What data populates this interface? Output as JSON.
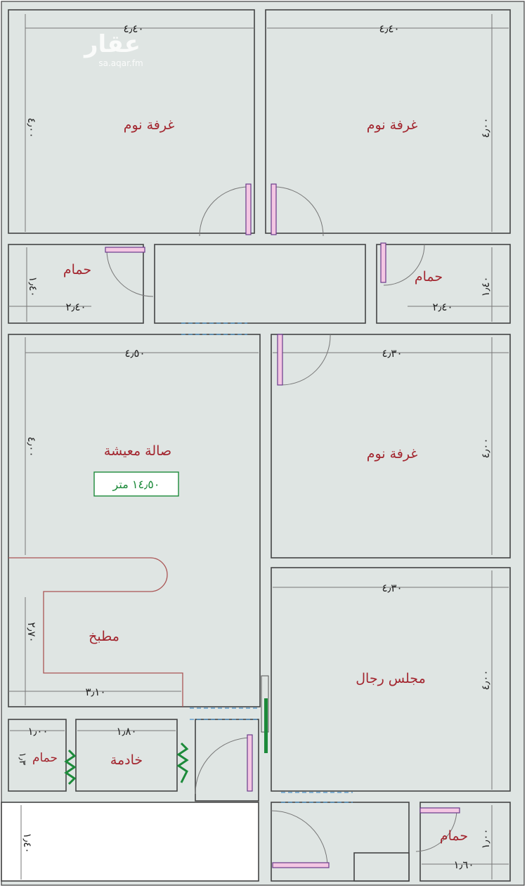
{
  "watermark": {
    "logo": "عقار",
    "site": "sa.aqar.fm"
  },
  "rooms": {
    "bed1": {
      "name": "غرفة نوم",
      "w": "٤٫٤٠",
      "h": "٤٫٠٠"
    },
    "bed2": {
      "name": "غرفة نوم",
      "w": "٤٫٤٠",
      "h": "٤٫٠٠"
    },
    "bath_left": {
      "name": "حمام",
      "w": "٢٫٤٠",
      "h": "١٫٤٠"
    },
    "bath_right": {
      "name": "حمام",
      "w": "٢٫٤٠",
      "h": "١٫٤٠"
    },
    "living": {
      "name": "صالة معيشة",
      "area": "١٤٫٥٠ متر",
      "w": "٤٫٥٠",
      "h": "٤٫٠٠"
    },
    "bed3": {
      "name": "غرفة نوم",
      "w": "٤٫٣٠",
      "h": "٤٫٠٠"
    },
    "kitchen": {
      "name": "مطبخ",
      "w": "٣٫١٠",
      "h": "٢٫٧٠"
    },
    "majlis": {
      "name": "مجلس رجال",
      "w": "٤٫٣٠",
      "h": "٤٫٠٠"
    },
    "maid_bath": {
      "name": "حمام",
      "w": "١٫٠٠",
      "h": "١٫٣"
    },
    "maid": {
      "name": "خادمة",
      "w": "١٫٨٠"
    },
    "bath_bottom": {
      "name": "حمام",
      "w": "١٫٦٠",
      "h": "١٫٠٠"
    },
    "bottom_blank": {
      "h": "١٫٤٠"
    }
  }
}
